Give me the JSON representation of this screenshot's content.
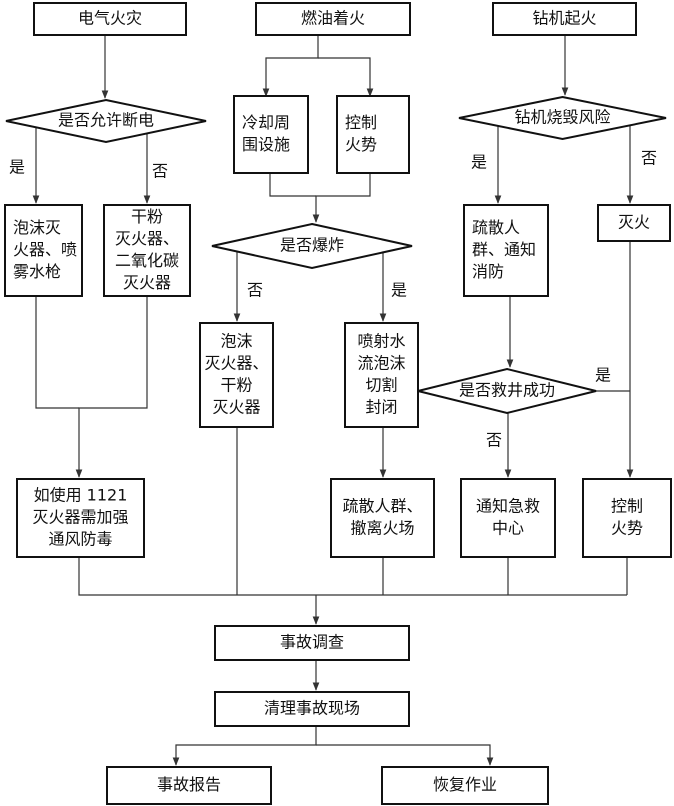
{
  "nodes": {
    "electrical_fire": [
      "电气火灾"
    ],
    "fuel_fire": [
      "燃油着火"
    ],
    "rig_fire": [
      "钻机起火"
    ],
    "allow_power_off": [
      "是否允许断电"
    ],
    "cool_surroundings": [
      "冷却周",
      "围设施"
    ],
    "control_fire_top": [
      "控制",
      "火势"
    ],
    "rig_destroy_risk": [
      "钻机烧毁风险"
    ],
    "foam_water": [
      "泡沫灭",
      "火器、喷",
      "雾水枪"
    ],
    "dry_powder_co2": [
      "干粉",
      "灭火器、",
      "二氧化碳",
      "灭火器"
    ],
    "explosion_check": [
      "是否爆炸"
    ],
    "evacuate_notify": [
      "疏散人",
      "群、通知",
      "消防"
    ],
    "extinguish": [
      "灭火"
    ],
    "foam_dry_powder": [
      "泡沫",
      "灭火器、",
      "干粉",
      "灭火器"
    ],
    "water_foam_cut": [
      "喷射水",
      "流泡沫",
      "切割",
      "封闭"
    ],
    "rescue_success": [
      "是否救井成功"
    ],
    "ventilation_1121": [
      "如使用 1121",
      "灭火器需加强",
      "通风防毒"
    ],
    "evacuate_leave": [
      "疏散人群、",
      "撤离火场"
    ],
    "notify_emergency": [
      "通知急救",
      "中心"
    ],
    "control_fire_bottom": [
      "控制",
      "火势"
    ],
    "accident_investigation": [
      "事故调查"
    ],
    "clean_scene": [
      "清理事故现场"
    ],
    "accident_report": [
      "事故报告"
    ],
    "resume_work": [
      "恢复作业"
    ]
  },
  "edge_labels": {
    "power_yes": "是",
    "power_no": "否",
    "explosion_no": "否",
    "explosion_yes": "是",
    "rig_yes": "是",
    "rig_no": "否",
    "rescue_yes": "是",
    "rescue_no": "否"
  }
}
